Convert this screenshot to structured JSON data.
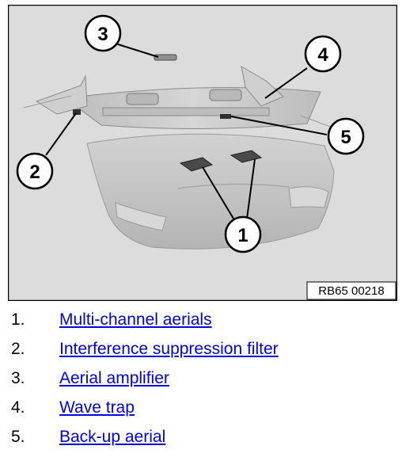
{
  "figure": {
    "reference_code": "RB65 00218",
    "callouts": [
      "1",
      "2",
      "3",
      "4",
      "5"
    ]
  },
  "legend": {
    "items": [
      {
        "number": "1.",
        "label": "Multi-channel aerials"
      },
      {
        "number": "2.",
        "label": "Interference suppression filter"
      },
      {
        "number": "3.",
        "label": "Aerial amplifier"
      },
      {
        "number": "4.",
        "label": "Wave trap"
      },
      {
        "number": "5.",
        "label": "Back-up aerial"
      }
    ]
  },
  "colors": {
    "figure_background": "#dcdcdc",
    "tailgate_fill": "#c8c8c8",
    "link": "#0000e6"
  }
}
